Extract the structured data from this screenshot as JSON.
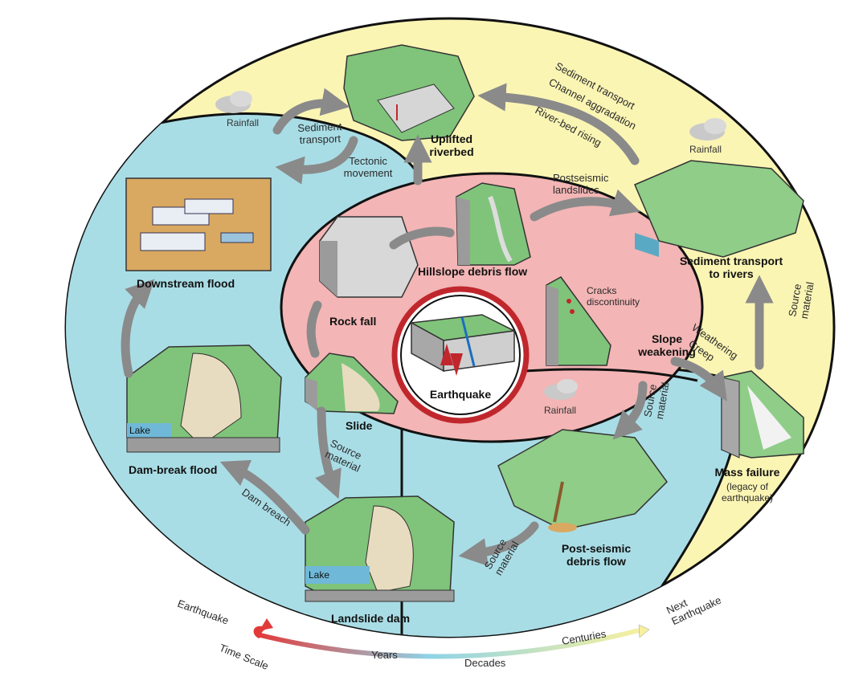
{
  "center": {
    "title": "Earthquake"
  },
  "inner_ring": {
    "rock_fall": "Rock fall",
    "hillslope_debris_flow": "Hillslope debris flow",
    "slide": "Slide",
    "slope_weakening": "Slope\nweakening",
    "cracks": "Cracks\ndiscontinuity"
  },
  "top_region": {
    "uplifted_riverbed": "Uplifted\nriverbed",
    "sediment_transport_left": "Sediment\ntransport",
    "tectonic_movement": "Tectonic\nmovement",
    "rainfall_left": "Rainfall",
    "river_bed_rising": "River-bed rising",
    "sediment_transport_top": "Sediment transport",
    "channel_aggradation": "Channel aggradation"
  },
  "right_region": {
    "postseismic_landslides": "Postseismic\nlandslides",
    "rainfall_right": "Rainfall",
    "sediment_transport_rivers": "Sediment transport\nto rivers",
    "source_material_right": "Source\nmaterial",
    "weathering": "Weathering",
    "creep": "Creep",
    "mass_failure": "Mass failure",
    "mass_failure_note": "(legacy of\nearthquake)"
  },
  "left_region": {
    "downstream_flood": "Downstream flood",
    "dam_break_flood": "Dam-break flood",
    "lake_top": "Lake",
    "lake_bottom": "Lake",
    "landslide_dam": "Landslide dam",
    "dam_breach": "Dam breach",
    "source_material_left": "Source\nmaterial"
  },
  "lower_region": {
    "rainfall_center": "Rainfall",
    "source_material_center": "Source\nmaterial",
    "post_seismic_debris_flow": "Post-seismic\ndebris flow",
    "source_material_bottom": "Source\nmaterial"
  },
  "time_scale": {
    "earthquake": "Earthquake",
    "label": "Time Scale",
    "years": "Years",
    "decades": "Decades",
    "centuries": "Centuries",
    "next_earthquake": "Next\nEarthquake"
  },
  "colors": {
    "yellow_zone": "#fbf5b4",
    "blue_zone": "#a9dde6",
    "red_zone": "#f3b5b5",
    "terrain_green": "#7fc47a",
    "earthquake_red": "#c0272d"
  }
}
